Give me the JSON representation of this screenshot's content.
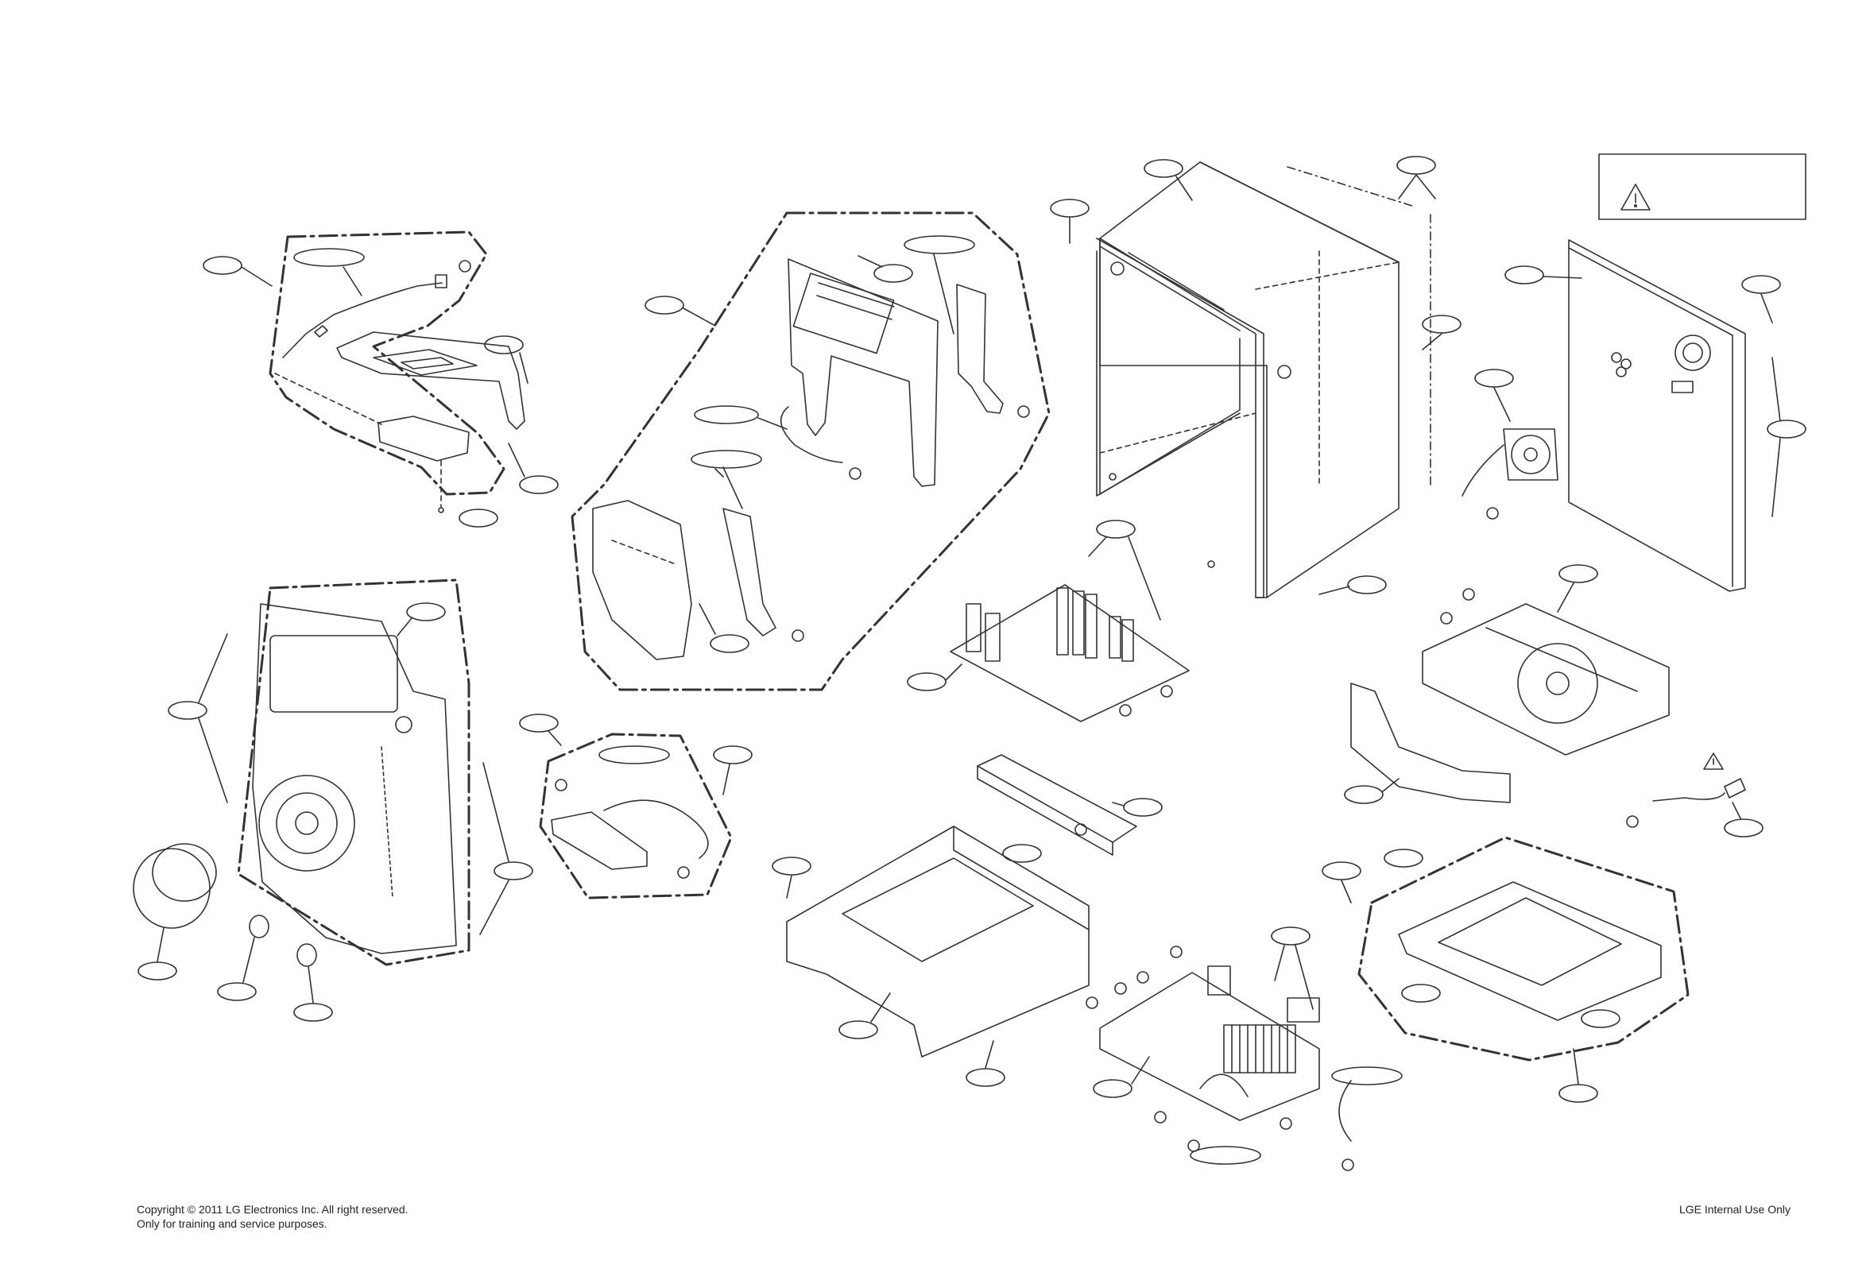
{
  "footer": {
    "copyright": "Copyright © 2011 LG Electronics Inc. All right reserved.",
    "training": "Only for training and service purposes.",
    "internal": "LGE Internal Use Only"
  },
  "warning_box": {
    "icon": "warning-triangle-icon"
  },
  "colors": {
    "line": "#333333",
    "background": "#ffffff"
  }
}
